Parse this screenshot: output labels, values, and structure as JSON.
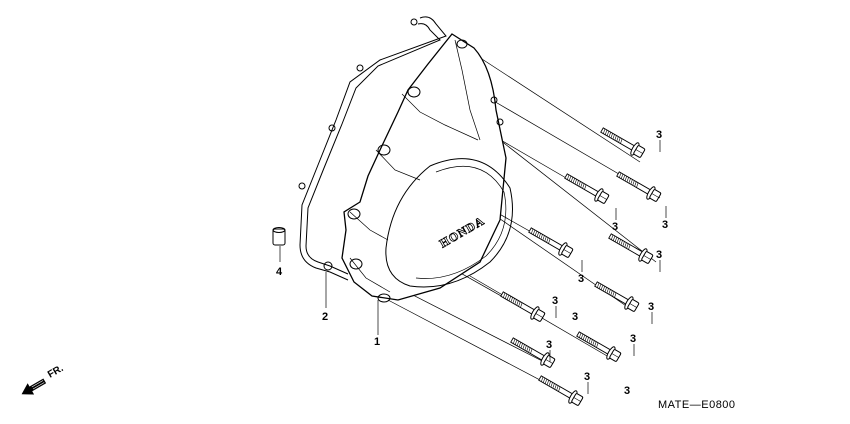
{
  "diagram": {
    "code": "MATE—E0800",
    "direction_label": "FR.",
    "logo_text": "HONDA",
    "callouts": [
      {
        "label": "1"
      },
      {
        "label": "2"
      },
      {
        "label": "4"
      },
      {
        "label": "3"
      },
      {
        "label": "3"
      },
      {
        "label": "3"
      },
      {
        "label": "3"
      },
      {
        "label": "3"
      },
      {
        "label": "3"
      },
      {
        "label": "3"
      },
      {
        "label": "3"
      },
      {
        "label": "3"
      },
      {
        "label": "3"
      },
      {
        "label": "3"
      },
      {
        "label": "3"
      }
    ]
  },
  "colors": {
    "ink": "#000000",
    "background": "#ffffff"
  }
}
